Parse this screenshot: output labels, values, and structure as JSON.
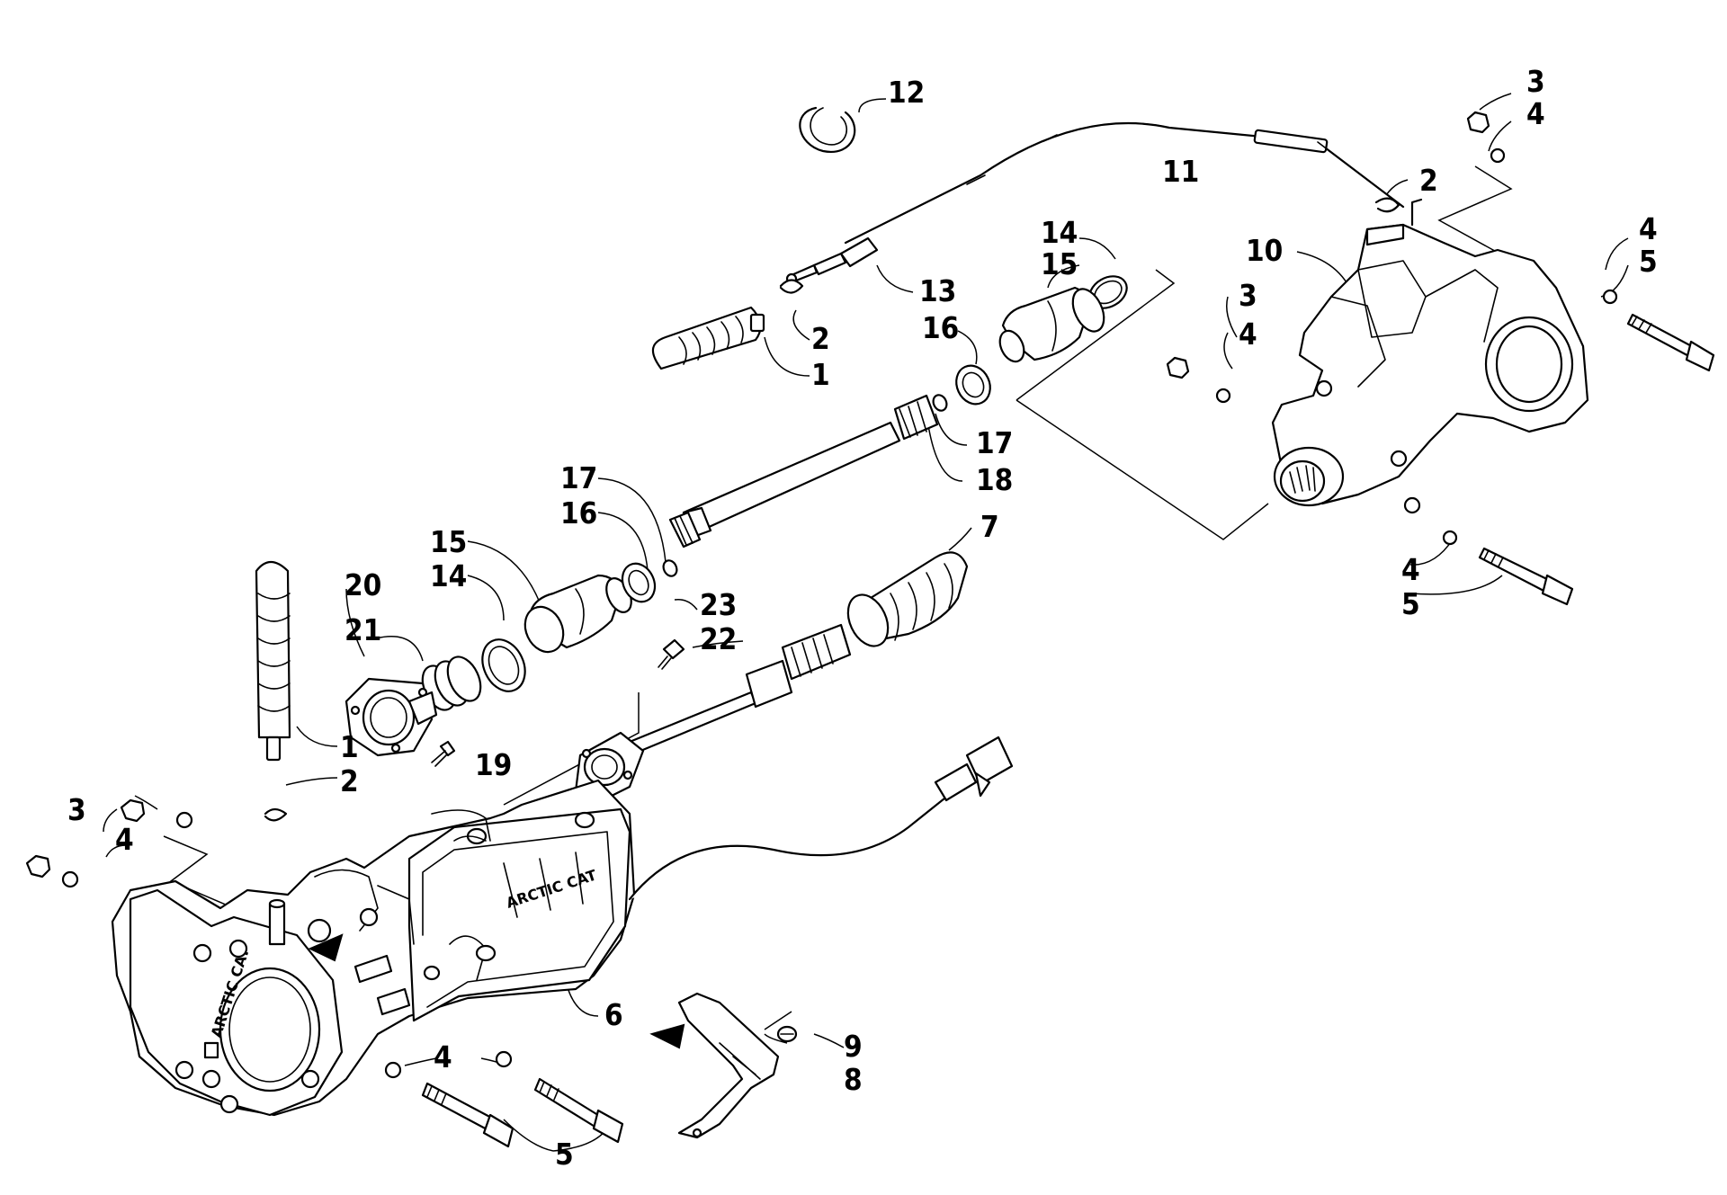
{
  "diagram": {
    "logo_text": "ARCTIC CAT",
    "callouts": [
      {
        "id": "c12",
        "label": "12"
      },
      {
        "id": "c11",
        "label": "11"
      },
      {
        "id": "c3a",
        "label": "3"
      },
      {
        "id": "c4a",
        "label": "4"
      },
      {
        "id": "c2a",
        "label": "2"
      },
      {
        "id": "c14a",
        "label": "14"
      },
      {
        "id": "c15a",
        "label": "15"
      },
      {
        "id": "c10",
        "label": "10"
      },
      {
        "id": "c4b",
        "label": "4"
      },
      {
        "id": "c5a",
        "label": "5"
      },
      {
        "id": "c13",
        "label": "13"
      },
      {
        "id": "c2b",
        "label": "2"
      },
      {
        "id": "c1a",
        "label": "1"
      },
      {
        "id": "c16a",
        "label": "16"
      },
      {
        "id": "c3b",
        "label": "3"
      },
      {
        "id": "c4c",
        "label": "4"
      },
      {
        "id": "c17a",
        "label": "17"
      },
      {
        "id": "c18",
        "label": "18"
      },
      {
        "id": "c17b",
        "label": "17"
      },
      {
        "id": "c16b",
        "label": "16"
      },
      {
        "id": "c15b",
        "label": "15"
      },
      {
        "id": "c14b",
        "label": "14"
      },
      {
        "id": "c7",
        "label": "7"
      },
      {
        "id": "c4d",
        "label": "4"
      },
      {
        "id": "c5b",
        "label": "5"
      },
      {
        "id": "c20",
        "label": "20"
      },
      {
        "id": "c21",
        "label": "21"
      },
      {
        "id": "c23",
        "label": "23"
      },
      {
        "id": "c22",
        "label": "22"
      },
      {
        "id": "c1b",
        "label": "1"
      },
      {
        "id": "c19",
        "label": "19"
      },
      {
        "id": "c2c",
        "label": "2"
      },
      {
        "id": "c3c",
        "label": "3"
      },
      {
        "id": "c4e",
        "label": "4"
      },
      {
        "id": "c6",
        "label": "6"
      },
      {
        "id": "c9",
        "label": "9"
      },
      {
        "id": "c4f",
        "label": "4"
      },
      {
        "id": "c8",
        "label": "8"
      },
      {
        "id": "c5c",
        "label": "5"
      }
    ]
  }
}
